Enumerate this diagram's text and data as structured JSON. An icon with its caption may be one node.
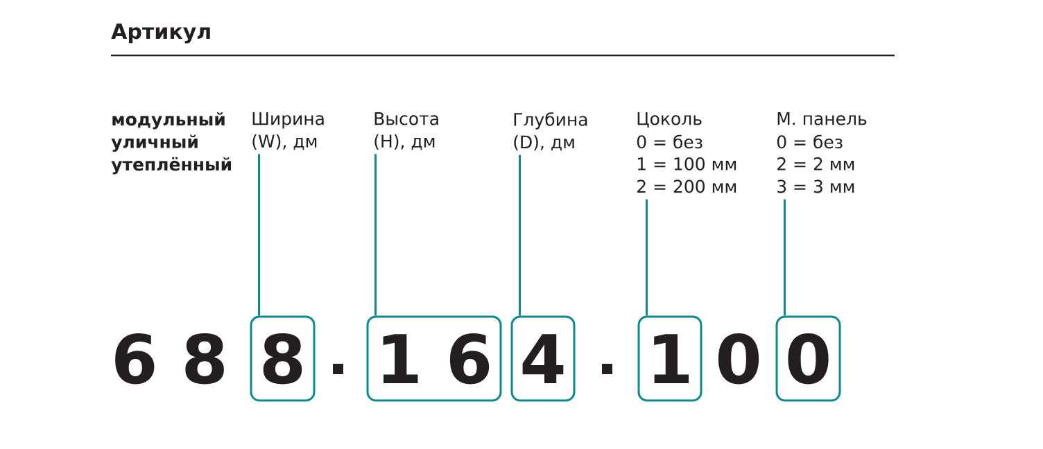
{
  "diagram": {
    "title": "Артикул",
    "nodes": [
      {
        "text": [
          "Ширина (W), дм"
        ]
      },
      {
        "text": [
          "Высота (H), дм"
        ]
      },
      {
        "text": [
          "Глубина (D), дм"
        ]
      },
      {
        "text": [
          "Цоколь",
          "0 = без",
          "1 = 100 мм",
          "2 = 200 мм"
        ]
      },
      {
        "text": [
          "М. панель",
          "0 = без",
          "2 = 2 мм",
          "3 = 3 мм"
        ]
      },
      {
        "text": [
          "8"
        ]
      },
      {
        "text": [
          "1 6"
        ]
      },
      {
        "text": [
          "4"
        ]
      },
      {
        "text": [
          "1"
        ]
      },
      {
        "text": [
          "0"
        ]
      }
    ],
    "edges": [
      {
        "from": 0,
        "to": 5,
        "arrow": "none"
      },
      {
        "from": 1,
        "to": 6,
        "arrow": "none"
      },
      {
        "from": 2,
        "to": 7,
        "arrow": "none"
      },
      {
        "from": 3,
        "to": 8,
        "arrow": "none"
      },
      {
        "from": 4,
        "to": 9,
        "arrow": "none"
      }
    ],
    "labels": [
      "модульный уличный утеплённый",
      "6 8",
      "0"
    ]
  }
}
